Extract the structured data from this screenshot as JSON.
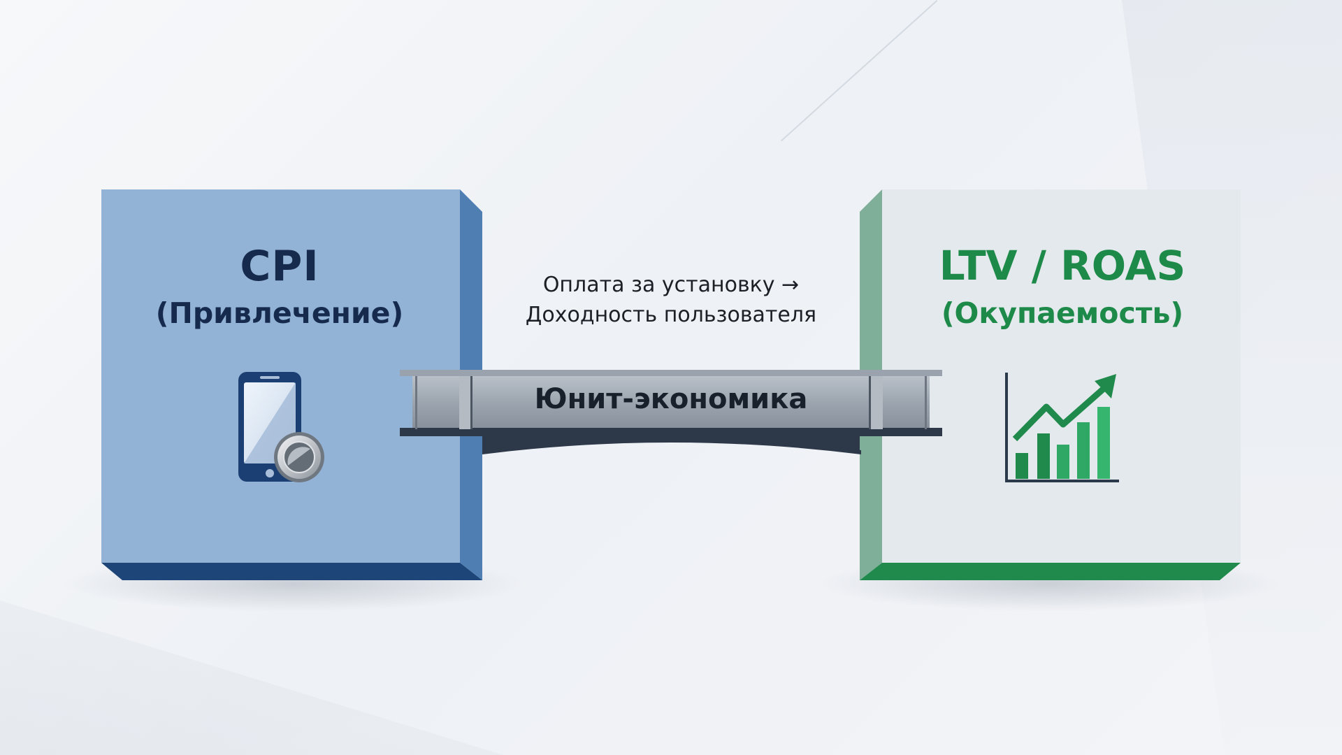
{
  "left_block": {
    "title": "CPI",
    "subtitle": "(Привлечение)",
    "icon": "smartphone-coin-icon",
    "color_face": "#92b3d6",
    "color_side": "#4f7fb2",
    "color_bottom": "#1d4577"
  },
  "right_block": {
    "title": "LTV / ROAS",
    "subtitle": "(Окупаемость)",
    "icon": "growth-chart-icon",
    "color_face": "#e3e9ec",
    "color_side": "#7fae99",
    "color_bottom": "#1f8a4c"
  },
  "connector": {
    "caption_line1": "Оплата за установку →",
    "caption_line2": "Доходность пользователя"
  },
  "bridge": {
    "label": "Юнит-экономика",
    "color_beam": "#9aa3ad",
    "color_flange": "#2d3848"
  },
  "colors": {
    "navy_text": "#152a4c",
    "green_text": "#1e8a4a"
  }
}
